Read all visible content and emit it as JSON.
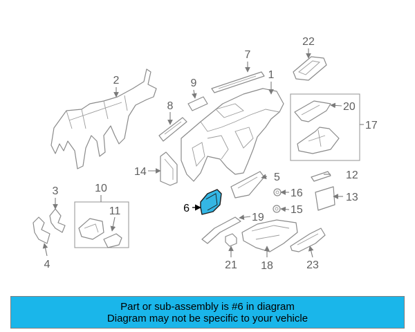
{
  "highlight_color": "#34b6e4",
  "banner": {
    "background": "#1ab6ea",
    "line1": "Part or sub-assembly is #6 in diagram",
    "line2": "Diagram may not be specific to your vehicle"
  },
  "callouts": {
    "c1": "1",
    "c2": "2",
    "c3": "3",
    "c4": "4",
    "c5": "5",
    "c6": "6",
    "c7": "7",
    "c8": "8",
    "c9": "9",
    "c10": "10",
    "c11": "11",
    "c12": "12",
    "c13": "13",
    "c14": "14",
    "c15": "15",
    "c16": "16",
    "c17": "17",
    "c18": "18",
    "c19": "19",
    "c20": "20",
    "c21": "21",
    "c22": "22",
    "c23": "23"
  }
}
